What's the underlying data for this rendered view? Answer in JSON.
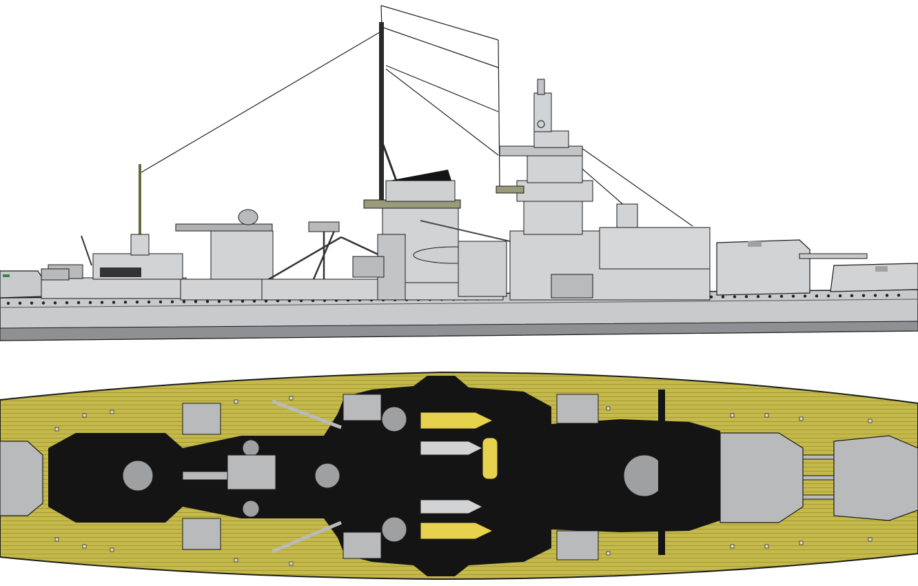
{
  "colors": {
    "background": "#ffffff",
    "hull_grey": "#c9cacc",
    "hull_dark": "#8e9093",
    "superstructure_grey": "#d2d3d5",
    "outline": "#1a1a1a",
    "deck_wood": "#c4b94a",
    "deck_plank_line": "#9c9330",
    "black_deck": "#141414",
    "turret_grey": "#b9babc",
    "boat_yellow": "#e6d24c",
    "rigging": "#202020"
  },
  "profile_view": {
    "description_visible_text": "",
    "main_turret_count": 3,
    "secondary_turret_count": 6
  },
  "plan_view": {
    "main_turret_count": 3,
    "secondary_turret_count": 6
  }
}
